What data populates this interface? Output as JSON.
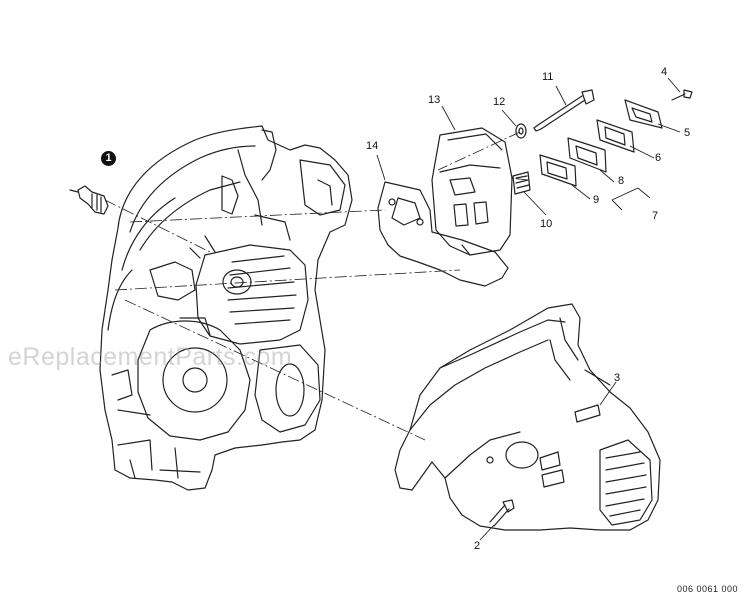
{
  "diagram": {
    "callouts": {
      "c1": "1",
      "c2": "2",
      "c3": "3",
      "c4": "4",
      "c5": "5",
      "c6": "6",
      "c7": "7",
      "c8": "8",
      "c9": "9",
      "c10": "10",
      "c11": "11",
      "c12": "12",
      "c13": "13",
      "c14": "14"
    },
    "watermark": "eReplacementParts.com",
    "drawing_code": "006 0061 000"
  }
}
